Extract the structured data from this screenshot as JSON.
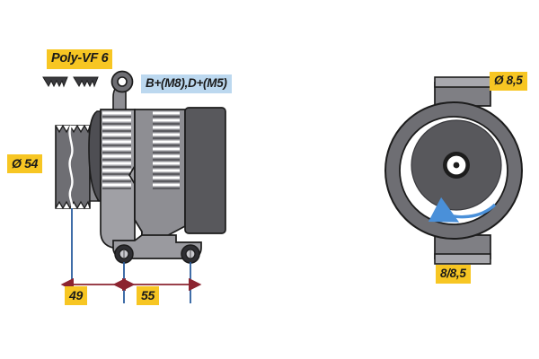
{
  "diagram": {
    "title": "Alternator technical dimension drawing",
    "background_color": "#ffffff",
    "label_highlight_yellow": "#f7c623",
    "label_highlight_blue": "#bcd8ef",
    "dimension_line_color": "#8c2430",
    "extension_line_color": "#2a5d9e",
    "rotation_arrow_color": "#4a90d9",
    "body_light_gray": "#9a9a9f",
    "body_mid_gray": "#7d7d82",
    "body_dark_gray": "#58585c",
    "body_outline": "#1c1c1c"
  },
  "labels": {
    "pulley_type": "Poly-VF 6",
    "terminals": "B+(M8),D+(M5)",
    "pulley_diameter": "Ø 54",
    "dimension_a": "49",
    "dimension_b": "55",
    "mount_hole_diameter": "Ø 8,5",
    "mount_lug_size": "8/8,5"
  },
  "views": {
    "side_view": {
      "name": "side-elevation-view",
      "components": [
        "pulley",
        "drive-end-housing",
        "stator-vents",
        "rear-cover",
        "top-mounting-eye",
        "foot-mounting-bracket"
      ]
    },
    "end_view": {
      "name": "drive-end-view",
      "components": [
        "outer-ring",
        "top-mounting-lug",
        "bottom-mounting-lug",
        "rotor-face",
        "shaft-hub",
        "rotation-arrow"
      ],
      "rotation_direction": "counterclockwise"
    }
  },
  "dimension_chain": {
    "name": "bottom-dimension-chain",
    "segments": [
      {
        "label": "49",
        "from": "pulley-face",
        "to": "front-mount-hole"
      },
      {
        "label": "55",
        "from": "front-mount-hole",
        "to": "rear-mount-hole"
      }
    ]
  }
}
